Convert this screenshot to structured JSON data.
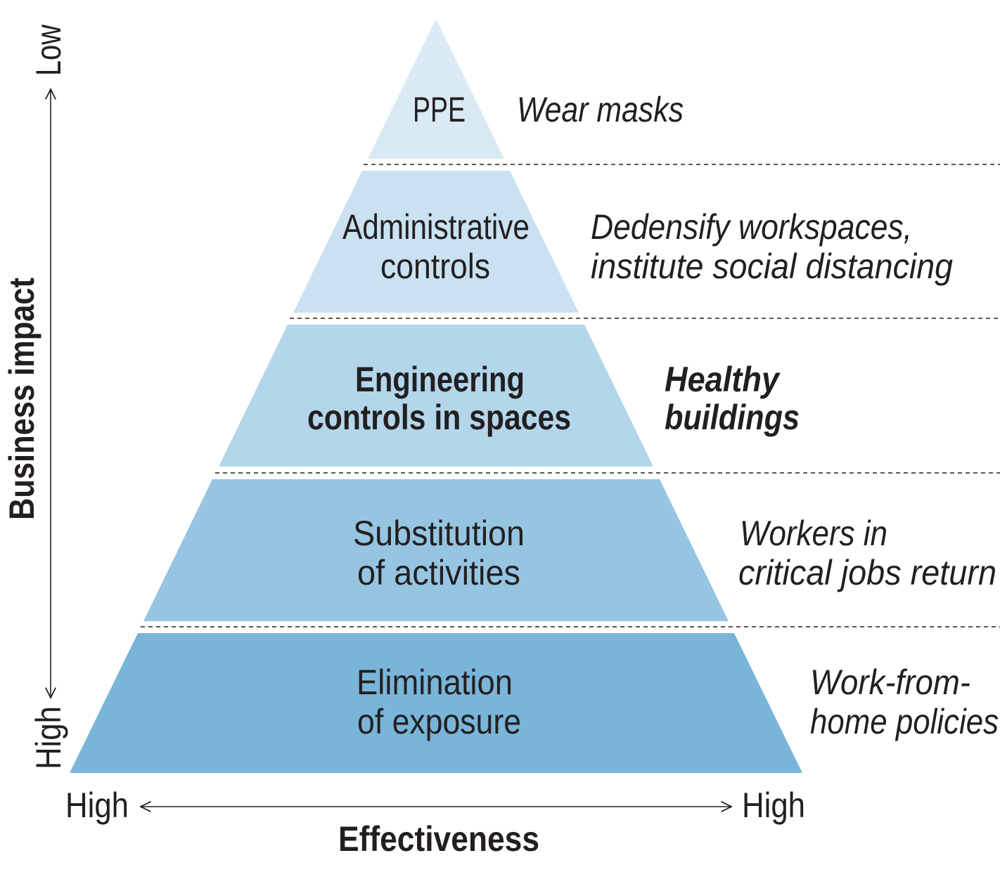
{
  "colors": {
    "ppe": "#d9eaf5",
    "administrative": "#c9e1f0",
    "engineering": "#b3d6eb",
    "substitution": "#96c5e2",
    "elimination": "#78b5d9",
    "text": "#231f20"
  },
  "levels": [
    {
      "label_lines": [
        "PPE"
      ],
      "example_lines": [
        "Wear masks"
      ]
    },
    {
      "label_lines": [
        "Administrative",
        "controls"
      ],
      "example_lines": [
        "Dedensify workspaces,",
        "institute social distancing"
      ]
    },
    {
      "label_lines": [
        "Engineering",
        "controls in spaces"
      ],
      "example_lines": [
        "Healthy",
        "buildings"
      ]
    },
    {
      "label_lines": [
        "Substitution",
        "of activities"
      ],
      "example_lines": [
        "Workers in",
        "critical jobs return"
      ]
    },
    {
      "label_lines": [
        "Elimination",
        "of exposure"
      ],
      "example_lines": [
        "Work-from-",
        "home policies"
      ]
    }
  ],
  "y_axis": {
    "title": "Business impact",
    "top_label": "Low",
    "bottom_label": "High"
  },
  "x_axis": {
    "title": "Effectiveness",
    "left_label": "High",
    "right_label": "High"
  }
}
